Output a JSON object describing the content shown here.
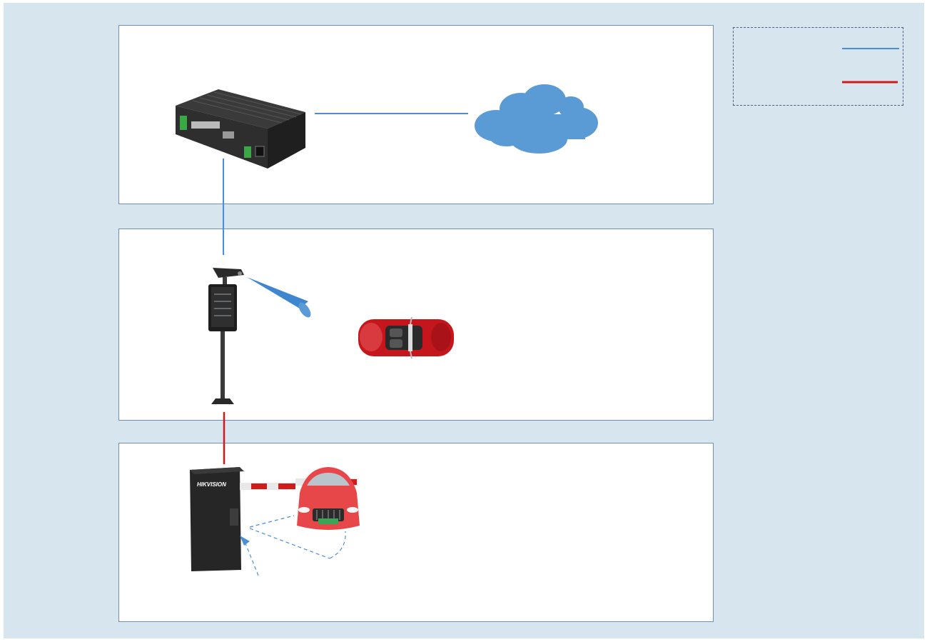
{
  "diagram": {
    "brand_text": "HIKVISION",
    "colors": {
      "background": "#d6e5ee",
      "panel_border": "#6f8fb8",
      "network_line": "#4a8fd4",
      "signal_line": "#d11a1a",
      "cloud": "#5b9bd5",
      "car_red": "#c4161c",
      "device_dark": "#2b2b2b"
    },
    "legend": {
      "entries": [
        {
          "line_color": "#4a8fd4"
        },
        {
          "line_color": "#d11a1a"
        }
      ]
    },
    "panels": [
      {
        "id": "server-panel",
        "items": [
          "edge-controller-icon",
          "cloud-icon"
        ]
      },
      {
        "id": "camera-panel",
        "items": [
          "lpr-camera-pole-icon",
          "camera-beam-icon",
          "convertible-car-icon"
        ]
      },
      {
        "id": "barrier-panel",
        "items": [
          "barrier-gate-icon",
          "sedan-car-icon"
        ]
      }
    ]
  }
}
